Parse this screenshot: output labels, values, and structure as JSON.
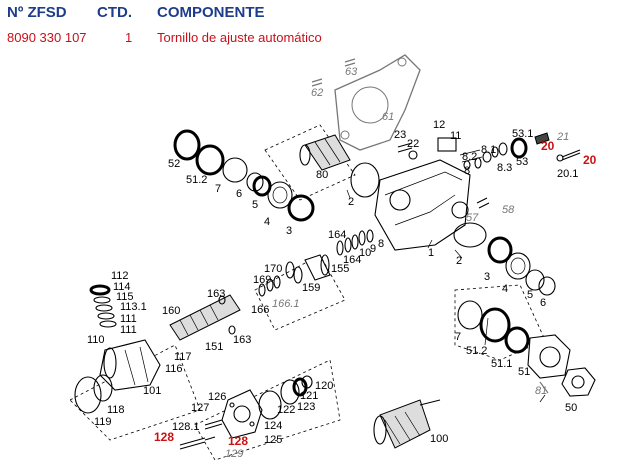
{
  "header": {
    "col_ref": "Nº ZFSD",
    "col_qty": "CTD.",
    "col_part": "COMPONENTE"
  },
  "selected_row": {
    "ref": "8090 330 107",
    "qty": "1",
    "part": "Tornillo de ajuste automático"
  },
  "colors": {
    "header": "#1d3c8c",
    "highlight": "#cc1111",
    "gray_label": "#777777"
  },
  "labels": {
    "l1": "1",
    "l2a": "2",
    "l2b": "2",
    "l3a": "3",
    "l3b": "3",
    "l4a": "4",
    "l4b": "4",
    "l5a": "5",
    "l5b": "5",
    "l6a": "6",
    "l6b": "6",
    "l7a": "7",
    "l7b": "7",
    "l8": "8",
    "l8_1": "8.1",
    "l8_2": "8.2",
    "l8_3": "8.3",
    "l8b": "8",
    "l9": "9",
    "l10": "10",
    "l11": "11",
    "l12": "12",
    "l20a": "20",
    "l20b": "20",
    "l20_1": "20.1",
    "l21": "21",
    "l22": "22",
    "l23": "23",
    "l50": "50",
    "l51a": "51",
    "l51_1": "51.1",
    "l51_2a": "51.2",
    "l51_2b": "51.2",
    "l52": "52",
    "l53": "53",
    "l53_1": "53.1",
    "l57": "57",
    "l58": "58",
    "l61": "61",
    "l62": "62",
    "l63": "63",
    "l80": "80",
    "l81": "81",
    "l100": "100",
    "l101": "101",
    "l110": "110",
    "l111a": "111",
    "l111b": "111",
    "l112": "112",
    "l113_1": "113.1",
    "l114": "114",
    "l115": "115",
    "l116": "116",
    "l117": "117",
    "l118": "118",
    "l119": "119",
    "l120": "120",
    "l121": "121",
    "l122": "122",
    "l123": "123",
    "l124": "124",
    "l125": "125",
    "l126": "126",
    "l127": "127",
    "l128a": "128",
    "l128b": "128",
    "l128_1": "128.1",
    "l129": "129",
    "l151": "151",
    "l155": "155",
    "l159": "159",
    "l160": "160",
    "l163a": "163",
    "l163b": "163",
    "l164a": "164",
    "l164b": "164",
    "l166": "166",
    "l166_1": "166.1",
    "l169": "169",
    "l170": "170"
  }
}
